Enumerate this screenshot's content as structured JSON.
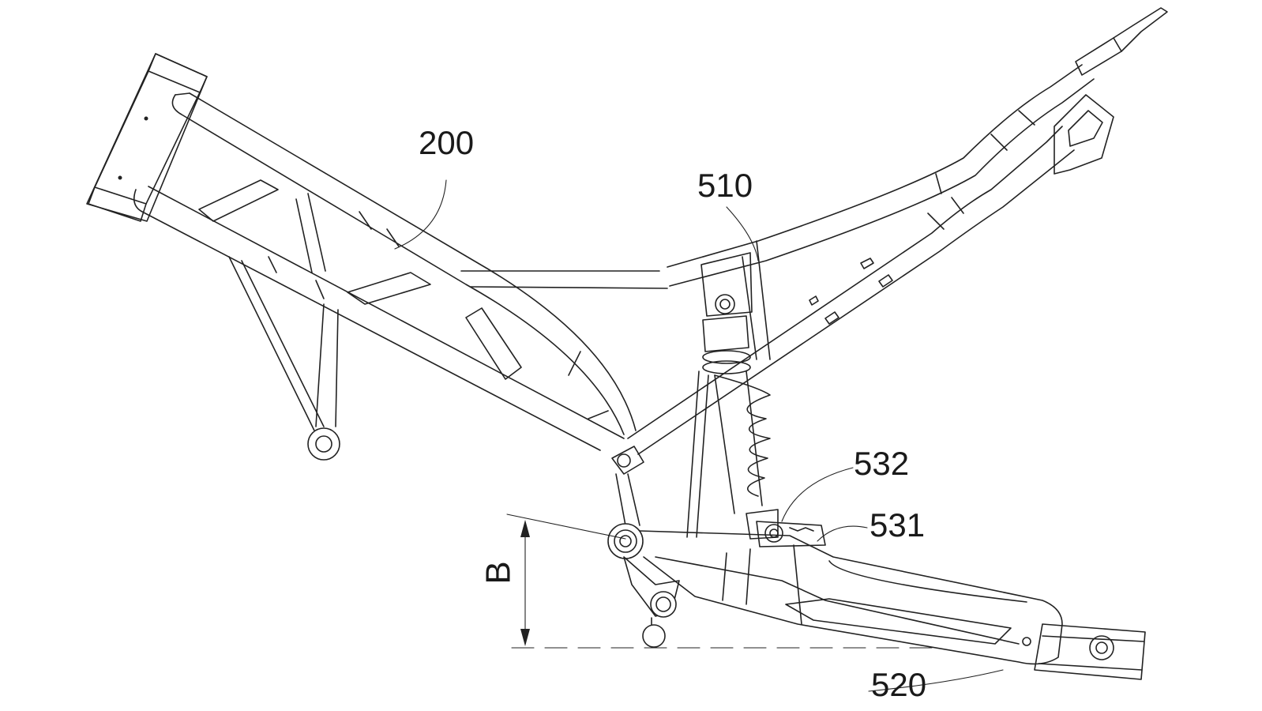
{
  "labels": {
    "frame": "200",
    "shock_absorber": "510",
    "swingarm": "520",
    "link_531": "531",
    "link_532": "532",
    "dimension": "B"
  },
  "colors": {
    "line": "#222222",
    "background": "#ffffff"
  }
}
